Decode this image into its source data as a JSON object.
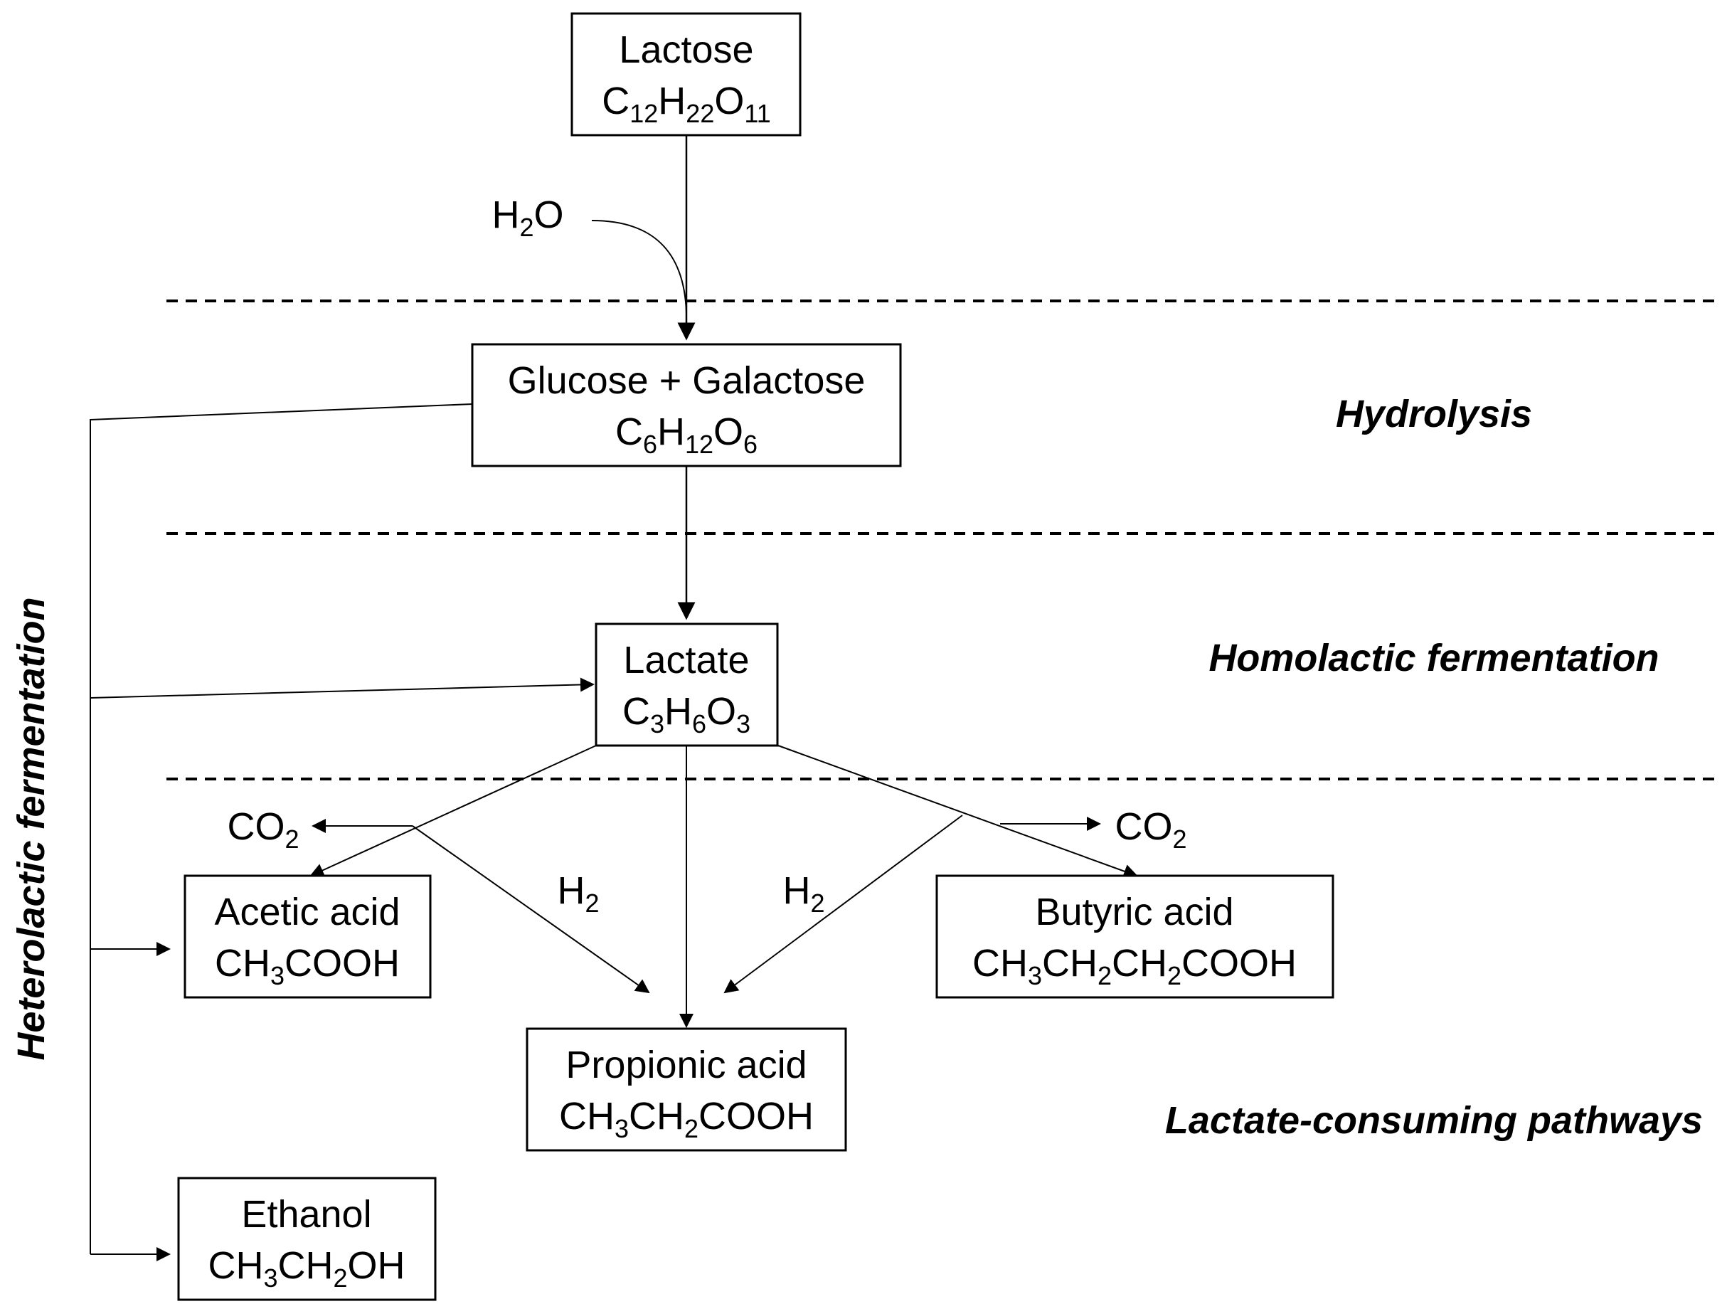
{
  "compounds": {
    "lactose": {
      "name": "Lactose",
      "formula": [
        [
          "C",
          ""
        ],
        [
          "12",
          "s"
        ],
        [
          "H",
          ""
        ],
        [
          "22",
          "s"
        ],
        [
          "O",
          ""
        ],
        [
          "11",
          "s"
        ]
      ]
    },
    "glucose_galactose": {
      "name": "Glucose + Galactose",
      "formula": [
        [
          "C",
          ""
        ],
        [
          "6",
          "s"
        ],
        [
          "H",
          ""
        ],
        [
          "12",
          "s"
        ],
        [
          "O",
          ""
        ],
        [
          "6",
          "s"
        ]
      ]
    },
    "lactate": {
      "name": "Lactate",
      "formula": [
        [
          "C",
          ""
        ],
        [
          "3",
          "s"
        ],
        [
          "H",
          ""
        ],
        [
          "6",
          "s"
        ],
        [
          "O",
          ""
        ],
        [
          "3",
          "s"
        ]
      ]
    },
    "acetic_acid": {
      "name": "Acetic acid",
      "formula": [
        [
          "CH",
          ""
        ],
        [
          "3",
          "s"
        ],
        [
          "COOH",
          ""
        ]
      ]
    },
    "butyric_acid": {
      "name": "Butyric acid",
      "formula": [
        [
          "CH",
          ""
        ],
        [
          "3",
          "s"
        ],
        [
          "CH",
          ""
        ],
        [
          "2",
          "s"
        ],
        [
          "CH",
          ""
        ],
        [
          "2",
          "s"
        ],
        [
          "COOH",
          ""
        ]
      ]
    },
    "propionic_acid": {
      "name": "Propionic acid",
      "formula": [
        [
          "CH",
          ""
        ],
        [
          "3",
          "s"
        ],
        [
          "CH",
          ""
        ],
        [
          "2",
          "s"
        ],
        [
          "COOH",
          ""
        ]
      ]
    },
    "ethanol": {
      "name": "Ethanol",
      "formula": [
        [
          "CH",
          ""
        ],
        [
          "3",
          "s"
        ],
        [
          "CH",
          ""
        ],
        [
          "2",
          "s"
        ],
        [
          "OH",
          ""
        ]
      ]
    }
  },
  "side_species": {
    "water": [
      [
        "H",
        ""
      ],
      [
        "2",
        "s"
      ],
      [
        "O",
        ""
      ]
    ],
    "co2_left": [
      [
        "CO",
        ""
      ],
      [
        "2",
        "s"
      ]
    ],
    "co2_right": [
      [
        "CO",
        ""
      ],
      [
        "2",
        "s"
      ]
    ],
    "h2_left": [
      [
        "H",
        ""
      ],
      [
        "2",
        "s"
      ]
    ],
    "h2_right": [
      [
        "H",
        ""
      ],
      [
        "2",
        "s"
      ]
    ]
  },
  "stages": {
    "hydrolysis": "Hydrolysis",
    "homolactic": "Homolactic fermentation",
    "lactate_consuming": "Lactate-consuming pathways",
    "heterolactic": "Heterolactic fermentation"
  }
}
